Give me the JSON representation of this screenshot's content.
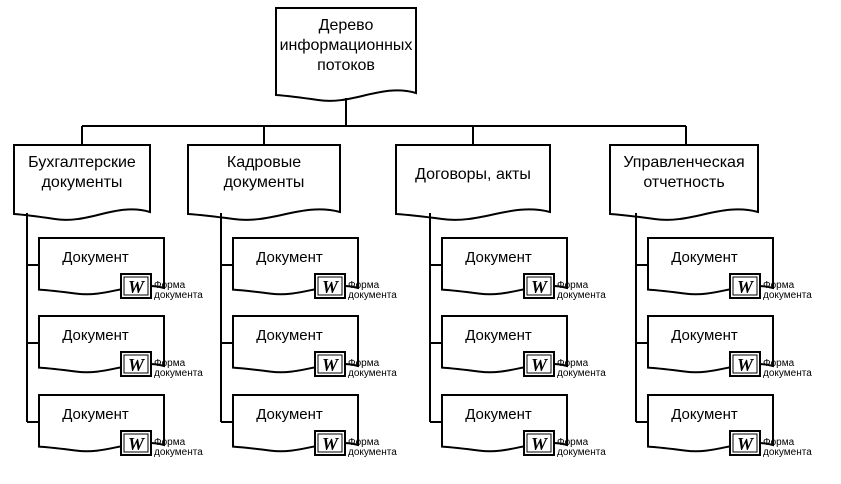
{
  "root": {
    "lines": [
      "Дерево",
      "информационных",
      "потоков"
    ]
  },
  "categories": [
    {
      "lines": [
        "Бухгалтерские",
        "документы"
      ],
      "documents": [
        {
          "label": "Документ",
          "icon": "word-document-icon",
          "form_lines": [
            "Форма",
            "документа"
          ]
        },
        {
          "label": "Документ",
          "icon": "word-document-icon",
          "form_lines": [
            "Форма",
            "документа"
          ]
        },
        {
          "label": "Документ",
          "icon": "word-document-icon",
          "form_lines": [
            "Форма",
            "документа"
          ]
        }
      ]
    },
    {
      "lines": [
        "Кадровые",
        "документы"
      ],
      "documents": [
        {
          "label": "Документ",
          "icon": "word-document-icon",
          "form_lines": [
            "Форма",
            "документа"
          ]
        },
        {
          "label": "Документ",
          "icon": "word-document-icon",
          "form_lines": [
            "Форма",
            "документа"
          ]
        },
        {
          "label": "Документ",
          "icon": "word-document-icon",
          "form_lines": [
            "Форма",
            "документа"
          ]
        }
      ]
    },
    {
      "lines": [
        "Договоры, акты"
      ],
      "documents": [
        {
          "label": "Документ",
          "icon": "word-document-icon",
          "form_lines": [
            "Форма",
            "документа"
          ]
        },
        {
          "label": "Документ",
          "icon": "word-document-icon",
          "form_lines": [
            "Форма",
            "документа"
          ]
        },
        {
          "label": "Документ",
          "icon": "word-document-icon",
          "form_lines": [
            "Форма",
            "документа"
          ]
        }
      ]
    },
    {
      "lines": [
        "Управленческая",
        "отчетность"
      ],
      "documents": [
        {
          "label": "Документ",
          "icon": "word-document-icon",
          "form_lines": [
            "Форма",
            "документа"
          ]
        },
        {
          "label": "Документ",
          "icon": "word-document-icon",
          "form_lines": [
            "Форма",
            "документа"
          ]
        },
        {
          "label": "Документ",
          "icon": "word-document-icon",
          "form_lines": [
            "Форма",
            "документа"
          ]
        }
      ]
    }
  ],
  "icon_letter": "W"
}
